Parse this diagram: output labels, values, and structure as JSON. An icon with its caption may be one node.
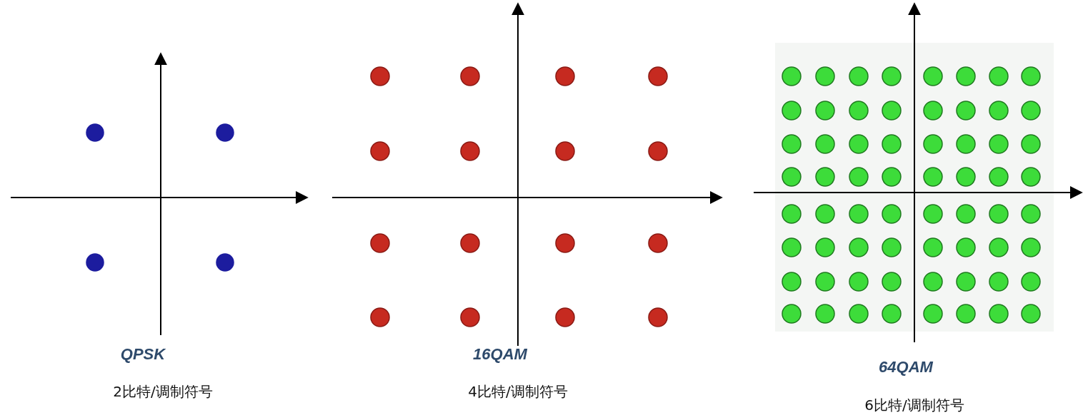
{
  "diagram": {
    "labels": [
      "QPSK",
      "16QAM",
      "64QAM",
      "2比特/调制符号",
      "4比特/调制符号",
      "6比特/调制符号"
    ]
  }
}
